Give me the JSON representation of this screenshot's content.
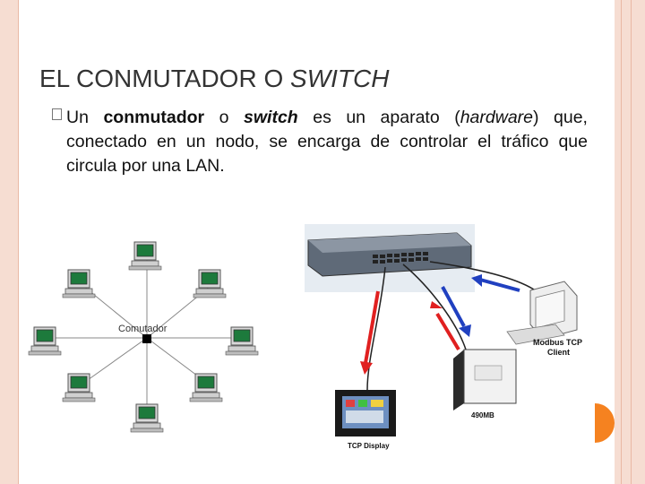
{
  "slide": {
    "title_part1": "EL CONMUTADOR O ",
    "title_part2": "SWITCH",
    "para": {
      "t1": "Un ",
      "b1": "conmutador",
      "t2": " o ",
      "b2": "switch",
      "t3": " es un aparato (",
      "i1": "hardware",
      "t4": ") que, conectado en un nodo, se encarga de controlar el tráfico que circula por una LAN."
    }
  },
  "star_diagram": {
    "center_label": "Comutador"
  },
  "hardware_photo": {
    "client_label_line1": "Modbus TCP",
    "client_label_line2": "Client",
    "gateway_label": "490MB",
    "display_label": "TCP Display"
  },
  "colors": {
    "accent": "#f58220",
    "border": "#f6ddd2",
    "arrow_red": "#e02020",
    "arrow_blue": "#2040c0"
  }
}
